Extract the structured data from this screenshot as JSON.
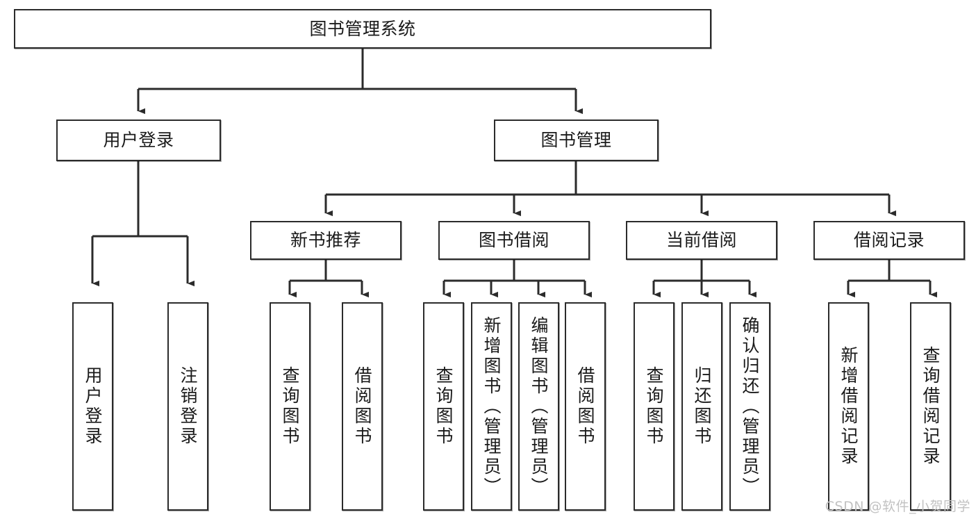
{
  "diagram": {
    "type": "tree-hierarchy",
    "title": "图书管理系统",
    "watermark": "CSDN @软件_小贺同学",
    "colors": {
      "stroke": "#2b2b2b",
      "fill": "#ffffff",
      "text": "#1a1a1a",
      "watermark": "#c2c2c2"
    },
    "nodes": {
      "root": {
        "label": "图书管理系统",
        "level": 1,
        "orientation": "horizontal"
      },
      "user_login": {
        "label": "用户登录",
        "level": 2,
        "orientation": "horizontal"
      },
      "book_manage": {
        "label": "图书管理",
        "level": 2,
        "orientation": "horizontal"
      },
      "new_book_rec": {
        "label": "新书推荐",
        "level": 3,
        "orientation": "horizontal"
      },
      "book_borrow": {
        "label": "图书借阅",
        "level": 3,
        "orientation": "horizontal"
      },
      "current_borrow": {
        "label": "当前借阅",
        "level": 3,
        "orientation": "horizontal"
      },
      "borrow_record": {
        "label": "借阅记录",
        "level": 3,
        "orientation": "horizontal"
      },
      "leaf_user_login": {
        "label": "用户登录",
        "level": 4,
        "orientation": "vertical"
      },
      "leaf_logout": {
        "label": "注销登录",
        "level": 4,
        "orientation": "vertical"
      },
      "leaf_query_book_1": {
        "label": "查询图书",
        "level": 4,
        "orientation": "vertical"
      },
      "leaf_borrow_book_1": {
        "label": "借阅图书",
        "level": 4,
        "orientation": "vertical"
      },
      "leaf_query_book_2": {
        "label": "查询图书",
        "level": 4,
        "orientation": "vertical"
      },
      "leaf_add_book": {
        "label": "新增图书（管理员）",
        "level": 4,
        "orientation": "vertical"
      },
      "leaf_edit_book": {
        "label": "编辑图书（管理员）",
        "level": 4,
        "orientation": "vertical"
      },
      "leaf_borrow_book_2": {
        "label": "借阅图书",
        "level": 4,
        "orientation": "vertical"
      },
      "leaf_query_book_3": {
        "label": "查询图书",
        "level": 4,
        "orientation": "vertical"
      },
      "leaf_return_book": {
        "label": "归还图书",
        "level": 4,
        "orientation": "vertical"
      },
      "leaf_confirm_return": {
        "label": "确认归还（管理员）",
        "level": 4,
        "orientation": "vertical"
      },
      "leaf_add_record": {
        "label": "新增借阅记录",
        "level": 4,
        "orientation": "vertical"
      },
      "leaf_query_record": {
        "label": "查询借阅记录",
        "level": 4,
        "orientation": "vertical"
      }
    },
    "edges": [
      {
        "from": "root",
        "to": "user_login"
      },
      {
        "from": "root",
        "to": "book_manage"
      },
      {
        "from": "user_login",
        "to": "leaf_user_login"
      },
      {
        "from": "user_login",
        "to": "leaf_logout"
      },
      {
        "from": "book_manage",
        "to": "new_book_rec"
      },
      {
        "from": "book_manage",
        "to": "book_borrow"
      },
      {
        "from": "book_manage",
        "to": "current_borrow"
      },
      {
        "from": "book_manage",
        "to": "borrow_record"
      },
      {
        "from": "new_book_rec",
        "to": "leaf_query_book_1"
      },
      {
        "from": "new_book_rec",
        "to": "leaf_borrow_book_1"
      },
      {
        "from": "book_borrow",
        "to": "leaf_query_book_2"
      },
      {
        "from": "book_borrow",
        "to": "leaf_add_book"
      },
      {
        "from": "book_borrow",
        "to": "leaf_edit_book"
      },
      {
        "from": "book_borrow",
        "to": "leaf_borrow_book_2"
      },
      {
        "from": "current_borrow",
        "to": "leaf_query_book_3"
      },
      {
        "from": "current_borrow",
        "to": "leaf_return_book"
      },
      {
        "from": "current_borrow",
        "to": "leaf_confirm_return"
      },
      {
        "from": "borrow_record",
        "to": "leaf_add_record"
      },
      {
        "from": "borrow_record",
        "to": "leaf_query_record"
      }
    ]
  }
}
